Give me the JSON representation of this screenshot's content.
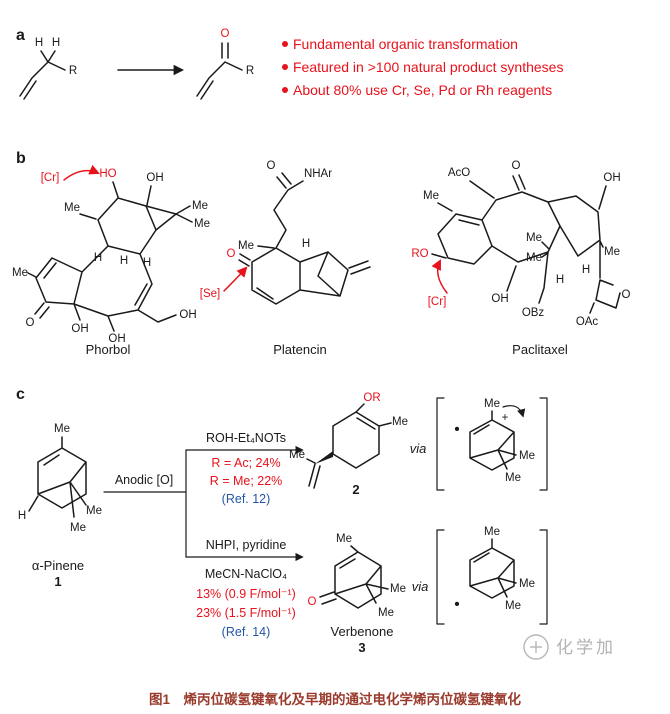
{
  "colors": {
    "highlight_red": "#e8121c",
    "ref_blue": "#2356a6",
    "caption_red": "#9a3a2c",
    "structure_black": "#1a1a1a",
    "watermark_gray": "#b3b3b3"
  },
  "caption": "图1　烯丙位碳氢键氧化及早期的通过电化学烯丙位碳氢键氧化",
  "watermark": "化学加",
  "panel_a": {
    "label": "a",
    "reactant": {
      "h_left": "H",
      "h_right": "H",
      "r": "R"
    },
    "product": {
      "o": "O",
      "r": "R"
    },
    "bullets": [
      "Fundamental organic transformation",
      "Featured in >100 natural product syntheses",
      "About 80% use Cr, Se, Pd or Rh reagents"
    ]
  },
  "panel_b": {
    "label": "b",
    "phorbol": {
      "name": "Phorbol",
      "cr": "[Cr]",
      "ho": "HO",
      "oh_top": "OH",
      "me_ring": "Me",
      "me_gem1": "Me",
      "me_gem2": "Me",
      "me_left": "Me",
      "h1": "H",
      "h2": "H",
      "h3": "H",
      "o_ketone": "O",
      "oh_a": "OH",
      "oh_b": "OH",
      "oh_ch2oh": "OH"
    },
    "platencin": {
      "name": "Platencin",
      "o_amide": "O",
      "nhar": "NHAr",
      "me": "Me",
      "o_ketone": "O",
      "se": "[Se]",
      "h": "H"
    },
    "paclitaxel": {
      "name": "Paclitaxel",
      "aco": "AcO",
      "o_ketone": "O",
      "oh_top": "OH",
      "me_a": "Me",
      "me_b": "Me",
      "me_c": "Me",
      "me_d": "Me",
      "ro": "RO",
      "cr": "[Cr]",
      "oh_mid": "OH",
      "h1": "H",
      "h2": "H",
      "obz": "OBz",
      "oac": "OAc",
      "o_oxetane": "O"
    }
  },
  "panel_c": {
    "label": "c",
    "pinene": {
      "name": "α-Pinene",
      "num": "1",
      "me_top": "Me",
      "me_gem1": "Me",
      "me_gem2": "Me",
      "h": "H"
    },
    "anodic": "Anodic [O]",
    "via": "via",
    "path1": {
      "reagent": "ROH-Et₄NOTs",
      "yield1": "R = Ac; 24%",
      "yield2": "R = Me; 22%",
      "ref": "(Ref. 12)"
    },
    "product2": {
      "num": "2",
      "or": "OR",
      "me": "Me",
      "me_iso": "Me"
    },
    "intermediate1": {
      "me_top": "Me",
      "me_gem1": "Me",
      "me_gem2": "Me",
      "radical": "•",
      "plus": "+"
    },
    "path2": {
      "reagent": "NHPI, pyridine",
      "solvent": "MeCN-NaClO₄",
      "yield1": "13% (0.9 F/mol⁻¹)",
      "yield2": "23% (1.5 F/mol⁻¹)",
      "ref": "(Ref. 14)"
    },
    "product3": {
      "name": "Verbenone",
      "num": "3",
      "o": "O",
      "me_top": "Me",
      "me_gem1": "Me",
      "me_gem2": "Me"
    },
    "intermediate2": {
      "me_top": "Me",
      "me_gem1": "Me",
      "me_gem2": "Me",
      "radical": "•"
    }
  }
}
